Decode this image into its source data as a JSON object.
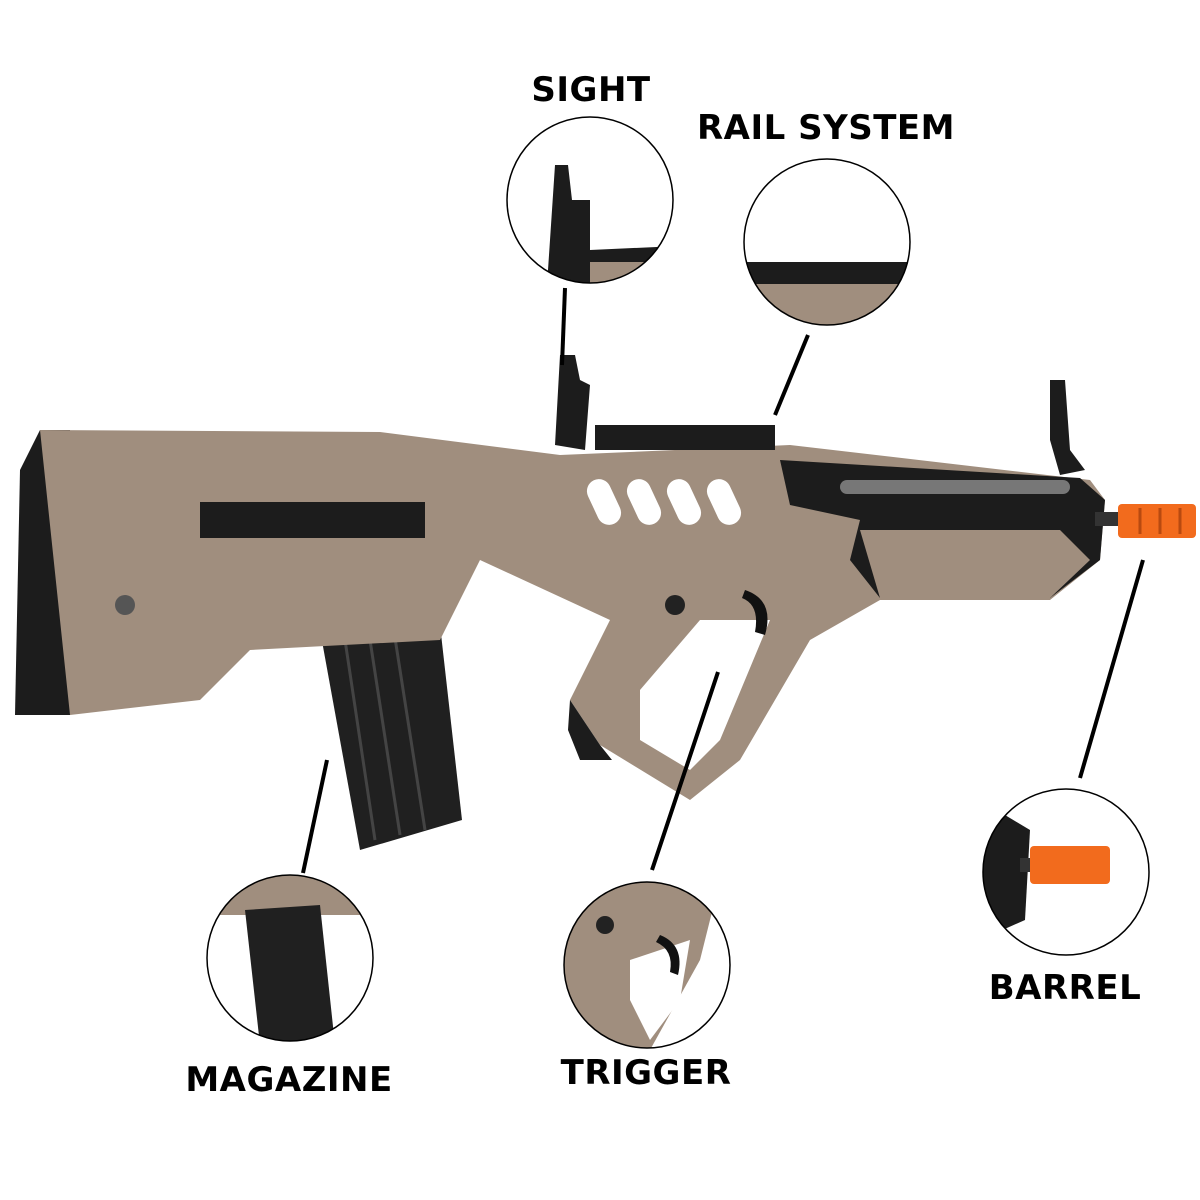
{
  "title": "Rifle parts diagram",
  "colors": {
    "body": "#a08e7e",
    "dark": "#1c1c1c",
    "tip": "#f26b1d",
    "line": "#000000"
  },
  "parts": [
    {
      "id": "sight",
      "label": "SIGHT"
    },
    {
      "id": "rail",
      "label": "RAIL SYSTEM"
    },
    {
      "id": "barrel",
      "label": "BARREL"
    },
    {
      "id": "trigger",
      "label": "TRIGGER"
    },
    {
      "id": "magazine",
      "label": "MAGAZINE"
    }
  ]
}
